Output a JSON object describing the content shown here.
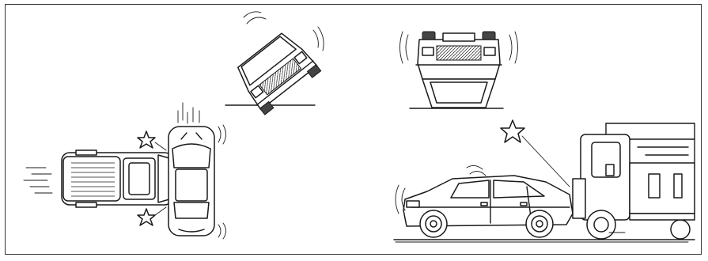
{
  "figure": {
    "stroke_color": "#1a1a1a",
    "background": "#ffffff",
    "panels": [
      {
        "scene": "side-impact-t-bone",
        "icons": [
          "car-top-view",
          "impact-star",
          "motion-lines"
        ]
      },
      {
        "scene": "rollover-tilted",
        "icons": [
          "car-front-view",
          "motion-lines"
        ]
      },
      {
        "scene": "rollover-upside-down",
        "icons": [
          "car-front-view-inverted",
          "motion-lines"
        ]
      },
      {
        "scene": "rear-underride-truck",
        "icons": [
          "sedan-side-view",
          "truck-rear",
          "impact-star",
          "motion-lines"
        ]
      }
    ]
  }
}
